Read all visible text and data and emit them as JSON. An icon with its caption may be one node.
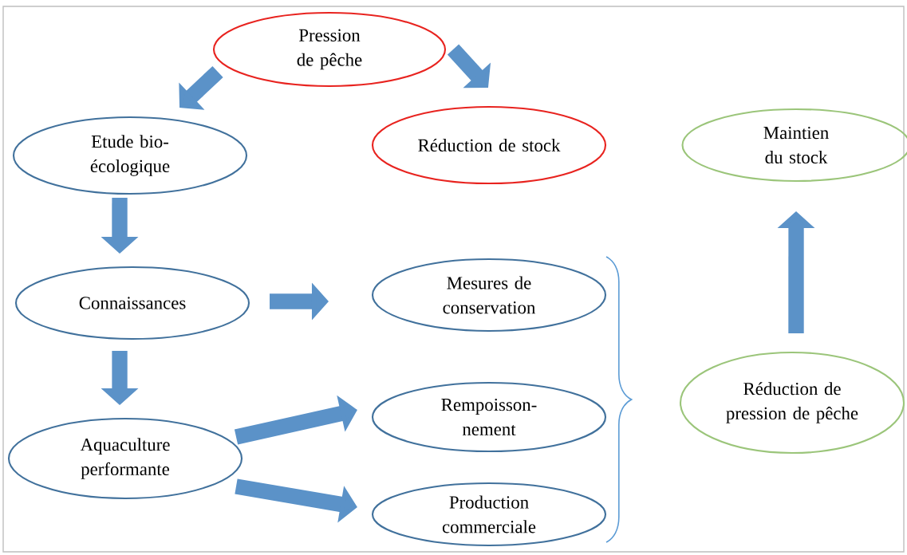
{
  "diagram": {
    "nodes": [
      {
        "text": [
          "Pression de pêche"
        ]
      },
      {
        "text": [
          "Etude bio-écologique"
        ]
      },
      {
        "text": [
          "Réduction de stock"
        ]
      },
      {
        "text": [
          "Maintien du stock"
        ]
      },
      {
        "text": [
          "Connaissances"
        ]
      },
      {
        "text": [
          "Mesures de conservation"
        ]
      },
      {
        "text": [
          "Rempoisson-nement"
        ]
      },
      {
        "text": [
          "Réduction de pression de pêche"
        ]
      },
      {
        "text": [
          "Aquaculture performante"
        ]
      },
      {
        "text": [
          "Production commerciale"
        ]
      }
    ],
    "edges": [
      {
        "from": 0,
        "to": 1,
        "arrow": "to"
      },
      {
        "from": 0,
        "to": 2,
        "arrow": "to"
      },
      {
        "from": 1,
        "to": 4,
        "arrow": "to"
      },
      {
        "from": 4,
        "to": 5,
        "arrow": "to"
      },
      {
        "from": 4,
        "to": 8,
        "arrow": "to"
      },
      {
        "from": 8,
        "to": 6,
        "arrow": "to"
      },
      {
        "from": 8,
        "to": 9,
        "arrow": "to"
      },
      {
        "from": 7,
        "to": 3,
        "arrow": "to"
      }
    ]
  }
}
